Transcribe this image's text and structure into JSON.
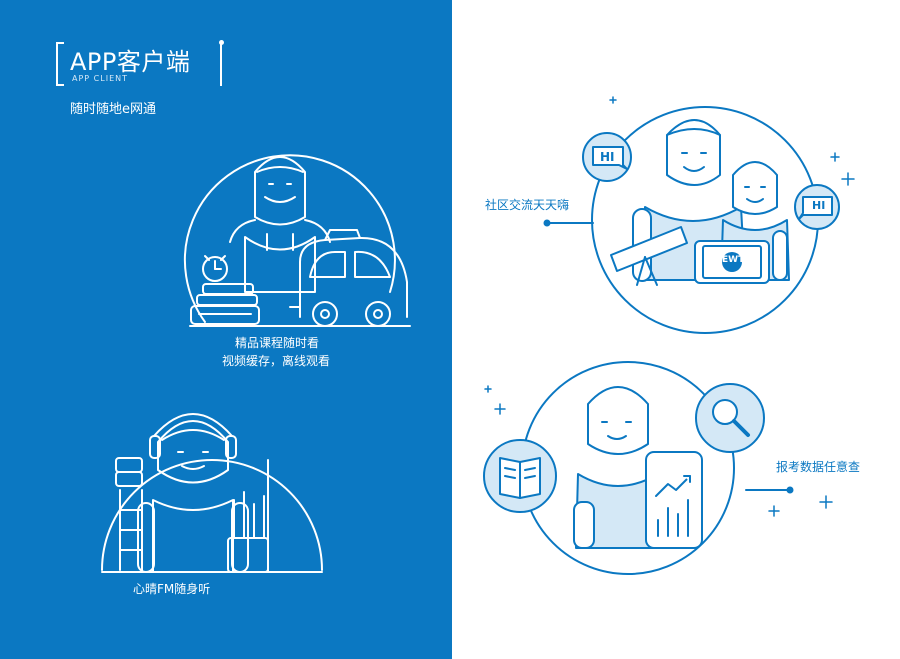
{
  "header": {
    "title": "APP客户端",
    "subtitle": "APP CLIENT",
    "slogan": "随时随地e网通"
  },
  "left_features": {
    "courses_line1": "精品课程随时看",
    "courses_line2": "视频缓存，离线观看",
    "fm": "心晴FM随身听"
  },
  "right_features": {
    "community": "社区交流天天嗨",
    "exam_data": "报考数据任意查"
  },
  "bubbles": {
    "hi_left": "HI",
    "hi_right": "HI"
  },
  "logo_text": "EWT",
  "colors": {
    "left_bg": "#0b78c2",
    "line_white": "#ffffff",
    "line_blue": "#0b78c2",
    "fill_light": "#d4e8f6"
  }
}
